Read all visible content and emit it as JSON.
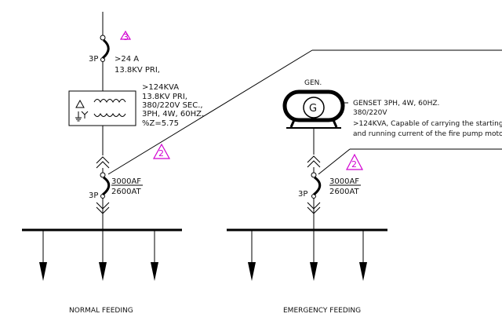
{
  "normal": {
    "breaker_top": {
      "rev": "3",
      "pole": "3P",
      "rating": ">24 A",
      "voltage": "13.8KV PRI,"
    },
    "transformer": {
      "lines": [
        ">124KVA",
        "13.8KV PRI,",
        "380/220V SEC.,",
        "3PH, 4W, 60HZ.",
        "%Z=5.75"
      ]
    },
    "main_breaker": {
      "rev": "2",
      "pole": "3P",
      "af": "3000AF",
      "at": "2600AT"
    },
    "caption": "NORMAL FEEDING"
  },
  "emergency": {
    "gen_label": "GEN.",
    "gen_symbol": "G",
    "genset_lines": [
      "GENSET 3PH, 4W, 60HZ.",
      "380/220V",
      ">124KVA, Capable of carrying the starting",
      "and running current of the fire pump moto"
    ],
    "main_breaker": {
      "rev": "2",
      "pole": "3P",
      "af": "3000AF",
      "at": "2600AT"
    },
    "caption": "EMERGENCY FEEDING"
  }
}
